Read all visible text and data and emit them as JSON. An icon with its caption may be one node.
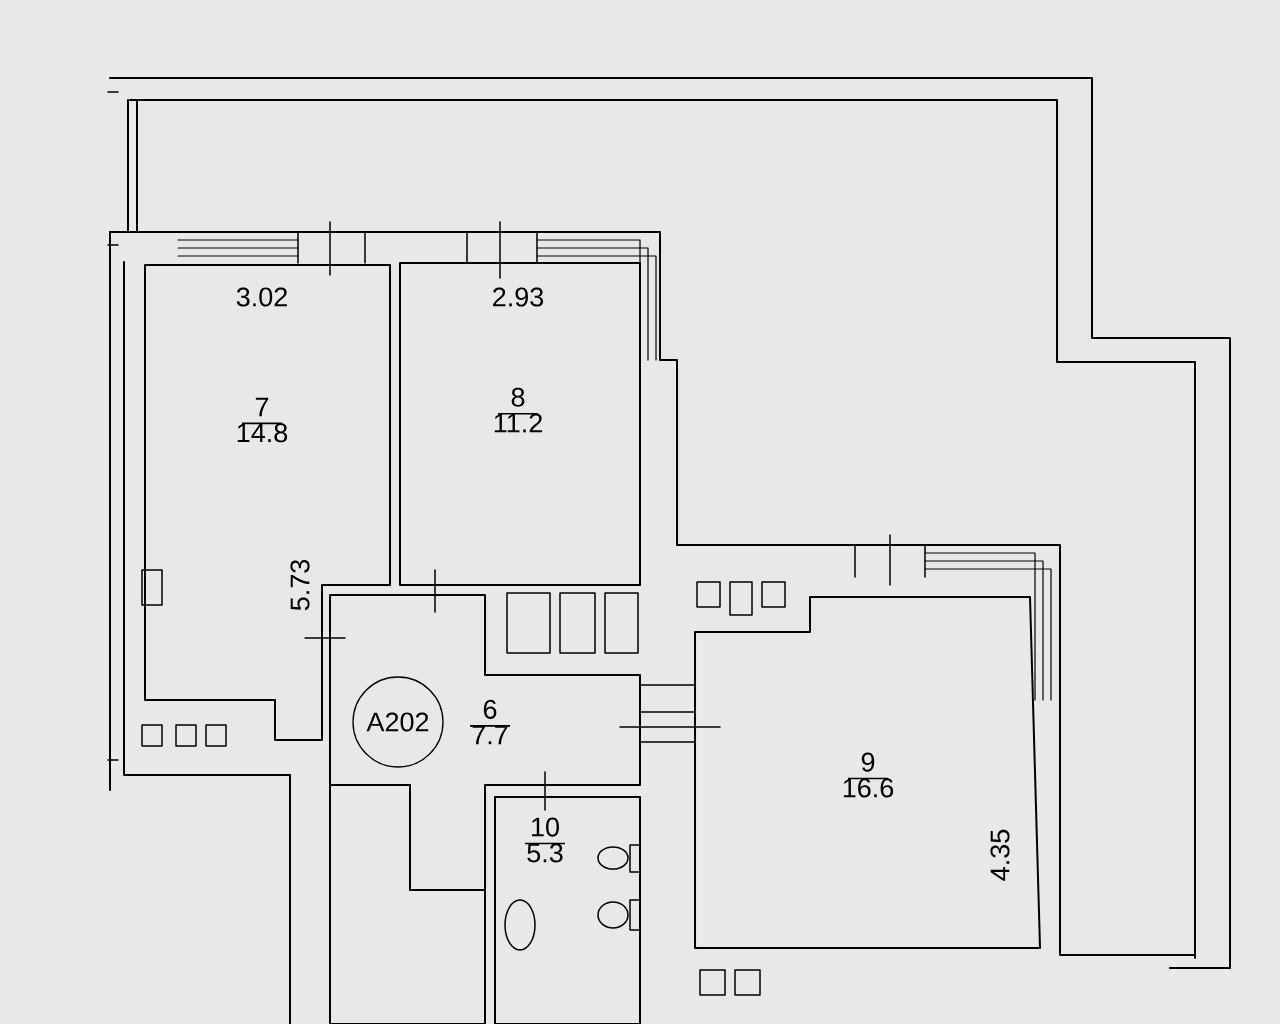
{
  "diagram": {
    "nodes": [
      {
        "text": [
          "7",
          "14.8"
        ]
      },
      {
        "text": [
          "8",
          "11.2"
        ]
      },
      {
        "text": [
          "6",
          "7.7"
        ]
      },
      {
        "text": [
          "A202"
        ],
        "in": 2
      },
      {
        "text": [
          "9",
          "16.6"
        ]
      },
      {
        "text": [
          "10",
          "5.3"
        ]
      },
      {
        "text": [],
        "shape": "box"
      }
    ],
    "labels": [
      "3.02",
      "2.93",
      "5.73",
      "4.35"
    ]
  }
}
